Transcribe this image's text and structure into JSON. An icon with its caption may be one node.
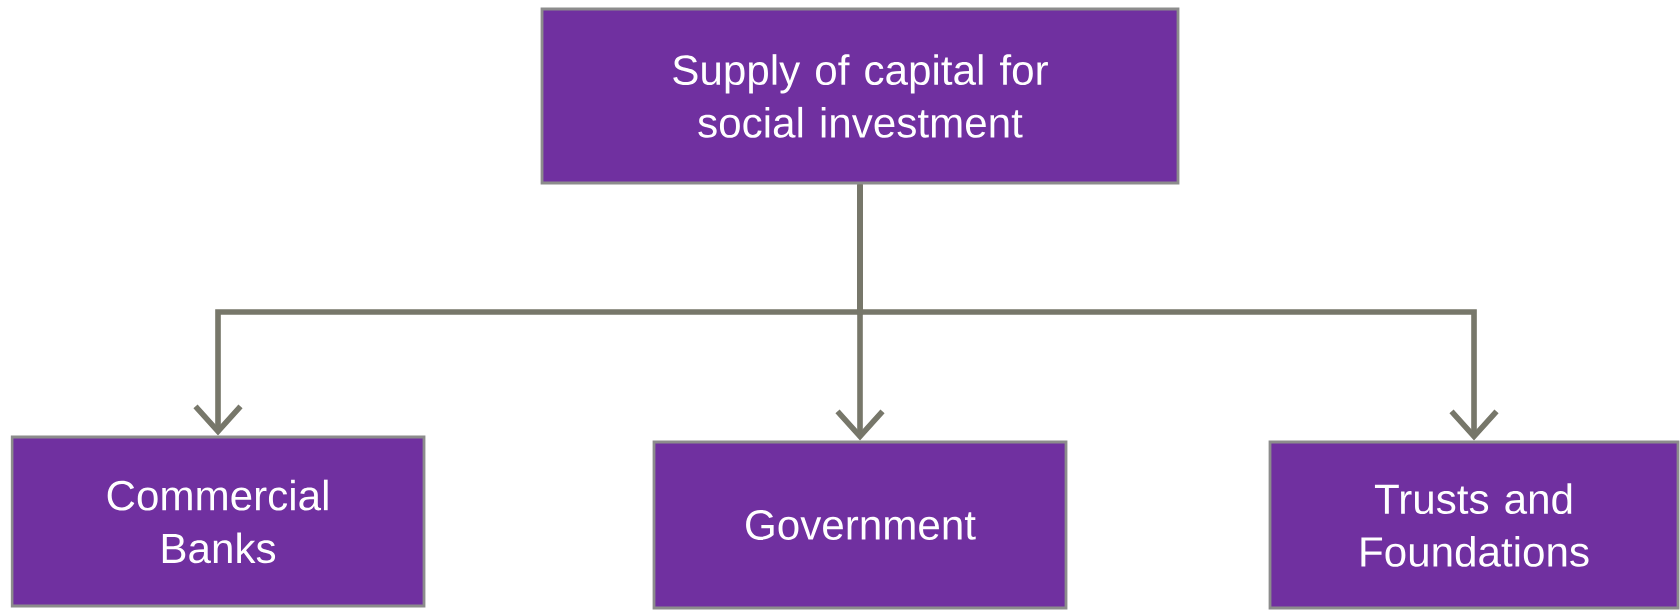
{
  "diagram": {
    "nodes": [
      {
        "text": [
          "Supply of capital for social investment"
        ]
      },
      {
        "text": [
          "Commercial Banks"
        ]
      },
      {
        "text": [
          "Government"
        ]
      },
      {
        "text": [
          "Trusts and Foundations"
        ]
      }
    ],
    "edges": [
      {
        "from": 0,
        "to": 1,
        "arrow": "to"
      },
      {
        "from": 0,
        "to": 2,
        "arrow": "to"
      },
      {
        "from": 0,
        "to": 3,
        "arrow": "to"
      }
    ]
  }
}
